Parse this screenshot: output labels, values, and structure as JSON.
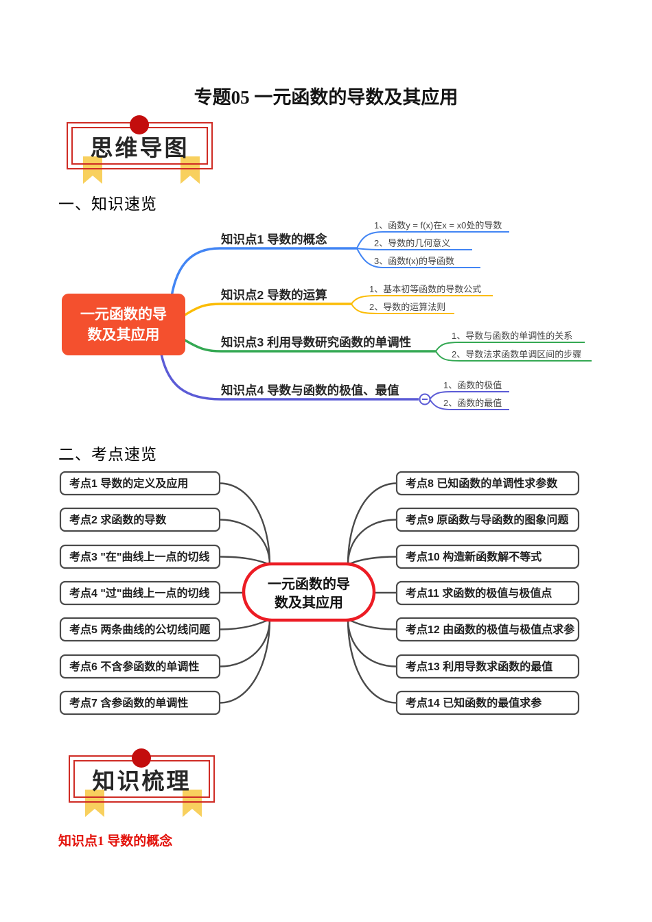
{
  "page": {
    "title": "专题05 一元函数的导数及其应用"
  },
  "badges": {
    "mindmap": "思维导图",
    "knowledge": "知识梳理"
  },
  "sections": {
    "s1": "一、知识速览",
    "s2": "二、考点速览"
  },
  "palette": {
    "branch_blue": "#4285f4",
    "branch_yellow": "#fbbc05",
    "branch_green": "#34a853",
    "branch_purple": "#5b5bd6",
    "center_node_red": "#f4502e",
    "oval_border_red": "#ec1c24",
    "box_border_gray": "#4a4a4a",
    "badge_border_red": "#cf2b24",
    "badge_dot_red": "#c30d0d",
    "ribbon_yellow": "#f8d05e",
    "heading_red": "#e3120b"
  },
  "knowledge_map": {
    "center_line1": "一元函数的导",
    "center_line2": "数及其应用",
    "branches": [
      {
        "label": "知识点1  导数的概念",
        "items": [
          "1、函数y = f(x)在x = x0处的导数",
          "2、导数的几何意义",
          "3、函数f(x)的导函数"
        ]
      },
      {
        "label": "知识点2  导数的运算",
        "items": [
          "1、基本初等函数的导数公式",
          "2、导数的运算法则"
        ]
      },
      {
        "label": "知识点3  利用导数研究函数的单调性",
        "items": [
          "1、导数与函数的单调性的关系",
          "2、导数法求函数单调区间的步骤"
        ]
      },
      {
        "label": "知识点4  导数与函数的极值、最值",
        "items": [
          "1、函数的极值",
          "2、函数的最值"
        ]
      }
    ]
  },
  "exam_map": {
    "center_line1": "一元函数的导",
    "center_line2": "数及其应用",
    "left": [
      "考点1  导数的定义及应用",
      "考点2  求函数的导数",
      "考点3  \"在\"曲线上一点的切线",
      "考点4  \"过\"曲线上一点的切线",
      "考点5  两条曲线的公切线问题",
      "考点6  不含参函数的单调性",
      "考点7  含参函数的单调性"
    ],
    "right": [
      "考点8  已知函数的单调性求参数",
      "考点9  原函数与导函数的图象问题",
      "考点10  构造新函数解不等式",
      "考点11  求函数的极值与极值点",
      "考点12  由函数的极值与极值点求参",
      "考点13  利用导数求函数的最值",
      "考点14  已知函数的最值求参"
    ]
  },
  "footer_heading": "知识点1  导数的概念"
}
